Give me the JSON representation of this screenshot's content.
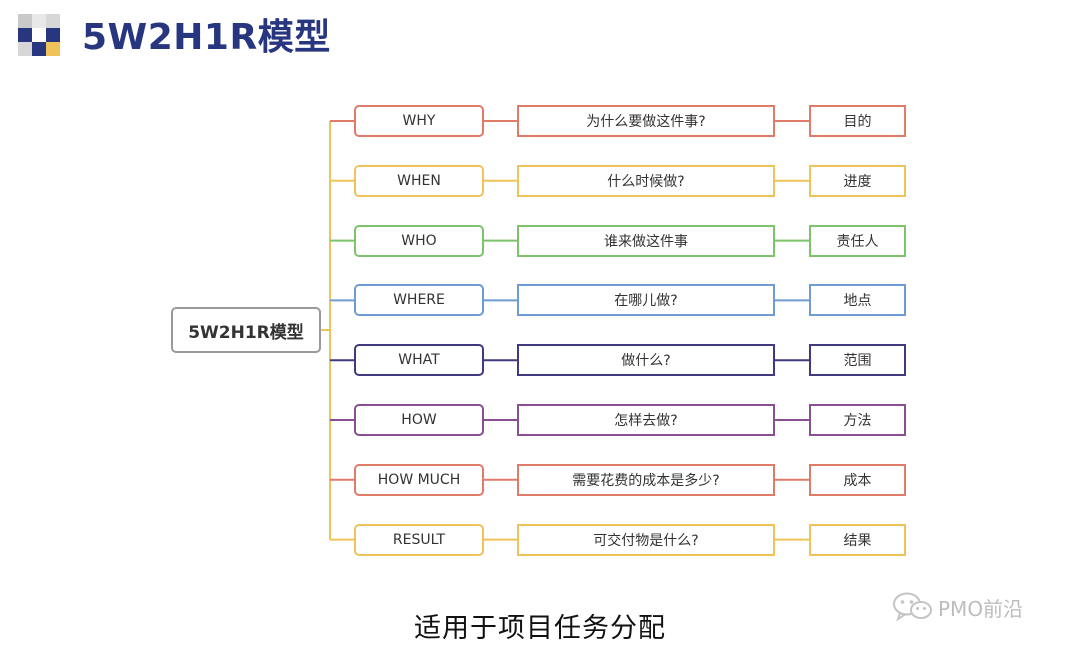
{
  "header": {
    "title": "5W2H1R模型"
  },
  "root": {
    "label": "5W2H1R模型"
  },
  "branches": [
    {
      "name": "why",
      "key": "WHY",
      "question": "为什么要做这件事?",
      "meaning": "目的",
      "color": "#e07b6a"
    },
    {
      "name": "when",
      "key": "WHEN",
      "question": "什么时候做?",
      "meaning": "进度",
      "color": "#f0c35a"
    },
    {
      "name": "who",
      "key": "WHO",
      "question": "谁来做这件事",
      "meaning": "责任人",
      "color": "#7dc36b"
    },
    {
      "name": "where",
      "key": "WHERE",
      "question": "在哪儿做?",
      "meaning": "地点",
      "color": "#6f9bd4"
    },
    {
      "name": "what",
      "key": "WHAT",
      "question": "做什么?",
      "meaning": "范围",
      "color": "#3f3a80"
    },
    {
      "name": "how",
      "key": "HOW",
      "question": "怎样去做?",
      "meaning": "方法",
      "color": "#8a4f92"
    },
    {
      "name": "how-much",
      "key": "HOW MUCH",
      "question": "需要花费的成本是多少?",
      "meaning": "成本",
      "color": "#e07b6a"
    },
    {
      "name": "result",
      "key": "RESULT",
      "question": "可交付物是什么?",
      "meaning": "结果",
      "color": "#f0c35a"
    }
  ],
  "trunk_color": "#f0c35a",
  "caption": "适用于项目任务分配",
  "watermark": {
    "text": "PMO前沿",
    "icon": "wechat-icon"
  }
}
